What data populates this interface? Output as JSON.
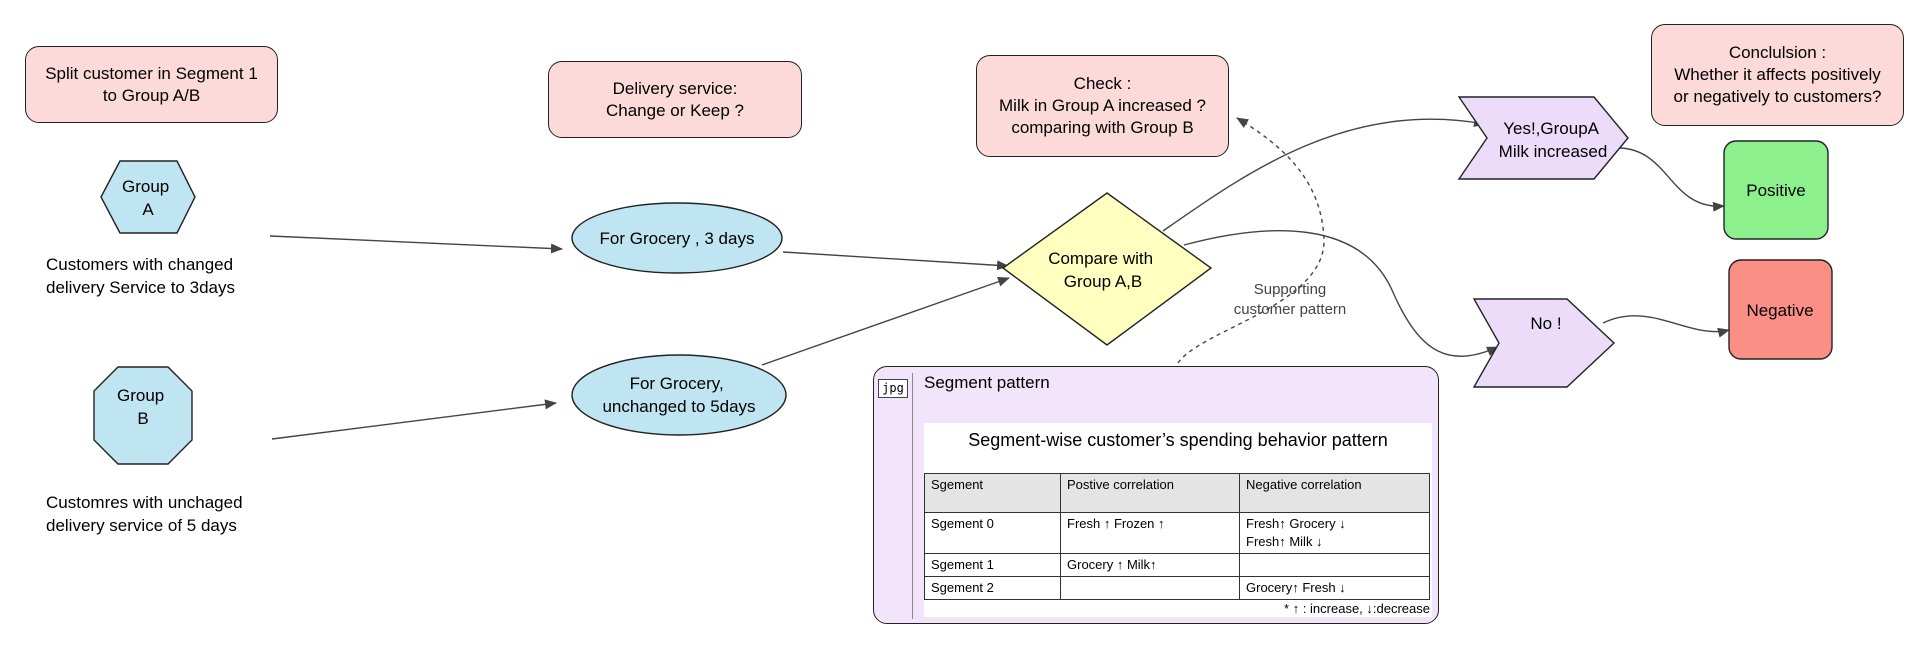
{
  "colors": {
    "note_fill": "#fcdada",
    "group_fill": "#bfe5f2",
    "decision_fill": "#ffffc0",
    "result_fill": "#ecdcf9",
    "positive_fill": "#8cf08c",
    "negative_fill": "#fb8f86",
    "segment_fill": "#f2e4fa"
  },
  "notes": {
    "split": [
      "Split customer in Segment 1",
      "to Group A/B"
    ],
    "delivery": [
      "Delivery service:",
      "Change or Keep ?"
    ],
    "check": [
      "Check :",
      "Milk in Group A increased ?",
      "comparing with Group B"
    ],
    "conclusion": [
      "Conclulsion :",
      "Whether it affects positively",
      "or negatively to customers?"
    ]
  },
  "groups": {
    "a": {
      "lines": [
        "Group",
        "A"
      ],
      "desc": [
        "Customers with changed",
        "delivery Service to 3days"
      ]
    },
    "b": {
      "lines": [
        "Group",
        "B"
      ],
      "desc": [
        "Customres with unchaged",
        "delivery service of 5 days"
      ]
    }
  },
  "service": {
    "a": [
      "For Grocery , 3 days"
    ],
    "b": [
      "For Grocery,",
      "unchanged to 5days"
    ]
  },
  "compare": [
    "Compare with",
    "Group A,B"
  ],
  "results": {
    "yes": [
      "Yes!,GroupA",
      "Milk increased"
    ],
    "no": [
      "No !"
    ]
  },
  "outcomes": {
    "positive": "Positive",
    "negative": "Negative"
  },
  "supporting_label": [
    "Supporting",
    "customer pattern"
  ],
  "segment": {
    "badge": "jpg",
    "title": "Segment pattern",
    "image_title": "Segment-wise customer’s spending behavior pattern",
    "headers": [
      "Sgement",
      "Postive correlation",
      "Negative correlation"
    ],
    "rows": [
      {
        "seg": "Sgement 0",
        "pos": "Fresh ↑ Frozen ↑",
        "neg": [
          "Fresh↑ Grocery ↓",
          "Fresh↑ Milk ↓"
        ]
      },
      {
        "seg": "Sgement 1",
        "pos": "Grocery ↑ Milk↑",
        "neg": []
      },
      {
        "seg": "Sgement 2",
        "pos": "",
        "neg": [
          "Grocery↑ Fresh ↓"
        ]
      }
    ],
    "legend": "* ↑ : increase,   ↓:decrease"
  }
}
